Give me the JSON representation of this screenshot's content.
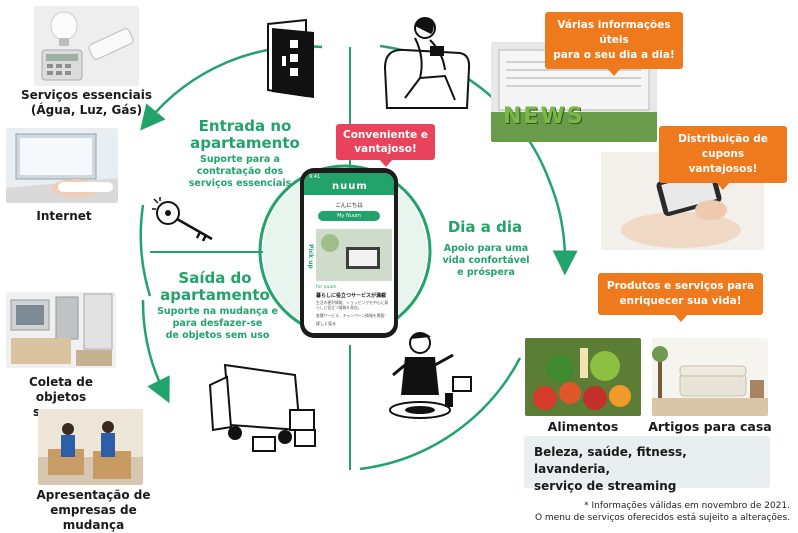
{
  "left_column": {
    "utilities_caption": "Serviços essenciais\n(Água, Luz, Gás)",
    "internet_caption": "Internet",
    "collection_caption": "Coleta de objetos\nsem uso",
    "moving_caption": "Apresentação de\nempresas de mudança"
  },
  "move_in": {
    "title": "Entrada no\napartamento",
    "subtitle": "Suporte para a\ncontratação dos\nserviços essenciais"
  },
  "move_out": {
    "title": "Saída do\napartamento",
    "subtitle": "Suporte na mudança e\npara desfazer-se\nde objetos sem uso"
  },
  "daily": {
    "title": "Dia a dia",
    "subtitle": "Apoio para uma\nvida confortável\ne próspera"
  },
  "callouts": {
    "convenient": "Conveniente e\nvantajoso!",
    "info": "Várias informações úteis\npara o seu dia a dia!",
    "coupons": "Distribuição de\ncupons vantajosos!",
    "products": "Produtos e serviços para\nenriquecer sua vida!"
  },
  "phone": {
    "time": "9:41",
    "app_logo": "nuum",
    "greeting": "こんにちは",
    "button": "My Nuum",
    "side_label": "Pick up",
    "article_tag": "for nuum",
    "article_title": "暮らしに役立つサービスが満載",
    "article_body": "生活の便利情報、ショッピングを中心に暮らしに役立つ情報を発信。",
    "article_body2": "各種サービス、キャンペーン情報を掲載！",
    "more": "詳しく見る"
  },
  "right": {
    "food_caption": "Alimentos",
    "home_caption": "Artigos para casa",
    "services_box": "Beleza, saúde, fitness, lavanderia,\nserviço de streaming",
    "news_word": "NEWS"
  },
  "footnote": "* Informações válidas em novembro de 2021.\nO menu de serviços oferecidos está sujeito a alterações.",
  "colors": {
    "green": "#22a36b",
    "orange": "#ef7a1e",
    "pink": "#e8435c"
  }
}
